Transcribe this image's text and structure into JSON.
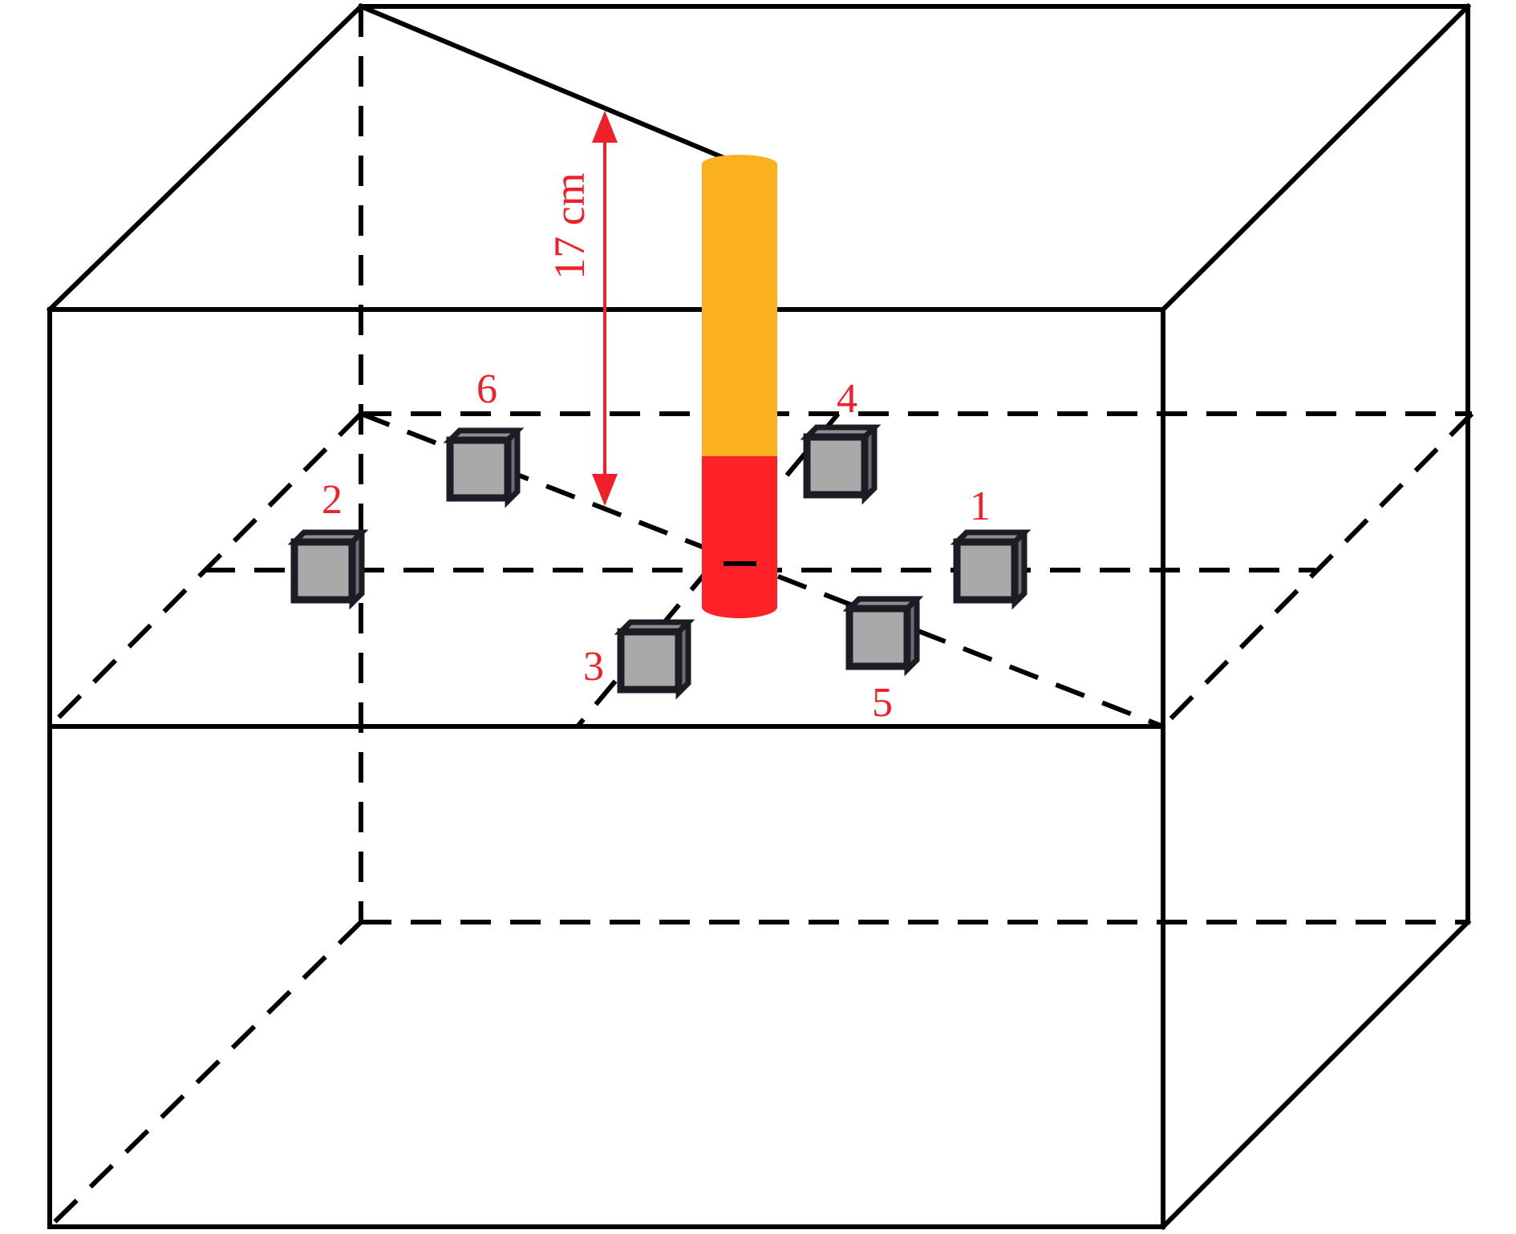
{
  "dimension": {
    "label": "17 cm"
  },
  "sensors": [
    {
      "id": "1",
      "label": "1"
    },
    {
      "id": "2",
      "label": "2"
    },
    {
      "id": "3",
      "label": "3"
    },
    {
      "id": "4",
      "label": "4"
    },
    {
      "id": "5",
      "label": "5"
    },
    {
      "id": "6",
      "label": "6"
    }
  ],
  "colors": {
    "annotation": "#f0202a",
    "probe_upper": "#fbb020",
    "probe_lower": "#ff2028",
    "outline": "#000000",
    "cube_face": "#a7aaa8",
    "cube_border": "#1c1c24"
  }
}
